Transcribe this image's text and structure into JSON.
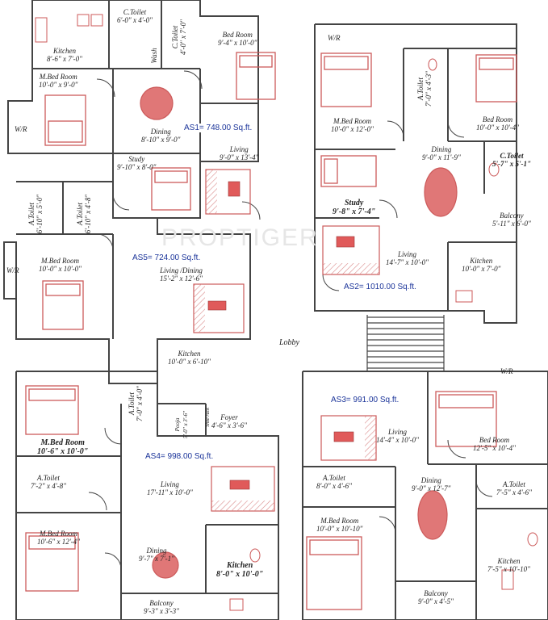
{
  "watermark": "PROPTIGER",
  "lobby": "Lobby",
  "units": {
    "as1": {
      "area": "AS1= 748.00 Sq.ft.",
      "kitchen": {
        "name": "Kitchen",
        "size": "8'-6\" x 7'-0\""
      },
      "c_toilet": {
        "name": "C.Toilet",
        "size": "6'-0\" x 4'-0\""
      },
      "c_toilet2": {
        "name": "C.Toilet",
        "size": "4'-0\" x 7'-0\""
      },
      "wash": "Wash",
      "bed_room": {
        "name": "Bed Room",
        "size": "9'-4\" x 10'-0\""
      },
      "m_bed_room": {
        "name": "M.Bed Room",
        "size": "10'-0\" x 9'-0\""
      },
      "wr": "W/R",
      "dining": {
        "name": "Dining",
        "size": "8'-10\" x 9'-0\""
      },
      "study": {
        "name": "Study",
        "size": "9'-10\" x 8'-0\""
      },
      "living": {
        "name": "Living",
        "size": "9'-0\" x 13'-4\""
      }
    },
    "as2": {
      "area": "AS2= 1010.00 Sq.ft.",
      "wr": "W/R",
      "a_toilet": {
        "name": "A.Toilet",
        "size": "7'-0\" x 4'-3\""
      },
      "m_bed_room": {
        "name": "M.Bed Room",
        "size": "10'-0\" x 12'-0\""
      },
      "bed_room": {
        "name": "Bed Room",
        "size": "10'-0\" x 10'-4\""
      },
      "dining": {
        "name": "Dining",
        "size": "9'-0\" x 11'-9\""
      },
      "c_toilet": {
        "name": "C.Toilet",
        "size": "5'-7\" x 5'-1\""
      },
      "study": {
        "name": "Study",
        "size": "9'-8\" x 7'-4\""
      },
      "balcony": {
        "name": "Balcony",
        "size": "5'-11\" x 6'-0\""
      },
      "living": {
        "name": "Living",
        "size": "14'-7\" x 10'-0\""
      },
      "kitchen": {
        "name": "Kitchen",
        "size": "10'-0\" x 7'-0\""
      }
    },
    "as5": {
      "area": "AS5= 724.00 Sq.ft.",
      "a_toilet1": {
        "name": "A.Toilet",
        "size": "6'-10\" x 5'-0\""
      },
      "a_toilet2": {
        "name": "A.Toilet",
        "size": "6'-10\" x 4'-8\""
      },
      "m_bed_room": {
        "name": "M.Bed Room",
        "size": "10'-0\" x 10'-0\""
      },
      "wr": "W/R",
      "living_dining": {
        "name": "Living /Dining",
        "size": "15'-2\" x 12'-6\""
      },
      "kitchen": {
        "name": "Kitchen",
        "size": "10'-0\" x 6'-10\""
      }
    },
    "as4": {
      "area": "AS4= 998.00 Sq.ft.",
      "m_bed_room1": {
        "name": "M.Bed Room",
        "size": "10'-6\" x 10'-0\""
      },
      "a_toilet1": {
        "name": "A.Toilet",
        "size": "7'-0\" x 4'-0\""
      },
      "pooja": {
        "name": "Pooja",
        "size": "5'-0\" x 3'-6\""
      },
      "shoe_rack": "Shoe rack",
      "foyer": {
        "name": "Foyer",
        "size": "4'-6\" x 3'-6\""
      },
      "a_toilet2": {
        "name": "A.Toilet",
        "size": "7'-2\" x 4'-8\""
      },
      "living": {
        "name": "Living",
        "size": "17'-11\" x 10'-0\""
      },
      "m_bed_room2": {
        "name": "M.Bed Room",
        "size": "10'-6\" x 12'-4\""
      },
      "dining": {
        "name": "Dining",
        "size": "9'-7\" x 7'-1\""
      },
      "kitchen": {
        "name": "Kitchen",
        "size": "8'-0\" x 10'-0\""
      },
      "balcony": {
        "name": "Balcony",
        "size": "9'-3\" x 3'-3\""
      }
    },
    "as3": {
      "area": "AS3= 991.00 Sq.ft.",
      "wr": "W/R",
      "living": {
        "name": "Living",
        "size": "14'-4\" x 10'-0\""
      },
      "bed_room": {
        "name": "Bed Room",
        "size": "12'-5\" x 10'-4\""
      },
      "a_toilet1": {
        "name": "A.Toilet",
        "size": "8'-0\" x 4'-6\""
      },
      "dining": {
        "name": "Dining",
        "size": "9'-0\" x 12'-7\""
      },
      "a_toilet2": {
        "name": "A.Toilet",
        "size": "7'-5\" x 4'-6\""
      },
      "m_bed_room": {
        "name": "M.Bed Room",
        "size": "10'-0\" x 10'-10\""
      },
      "kitchen": {
        "name": "Kitchen",
        "size": "7'-5\" x 10'-10\""
      },
      "balcony": {
        "name": "Balcony",
        "size": "9'-0\" x 4'-5\""
      }
    }
  }
}
